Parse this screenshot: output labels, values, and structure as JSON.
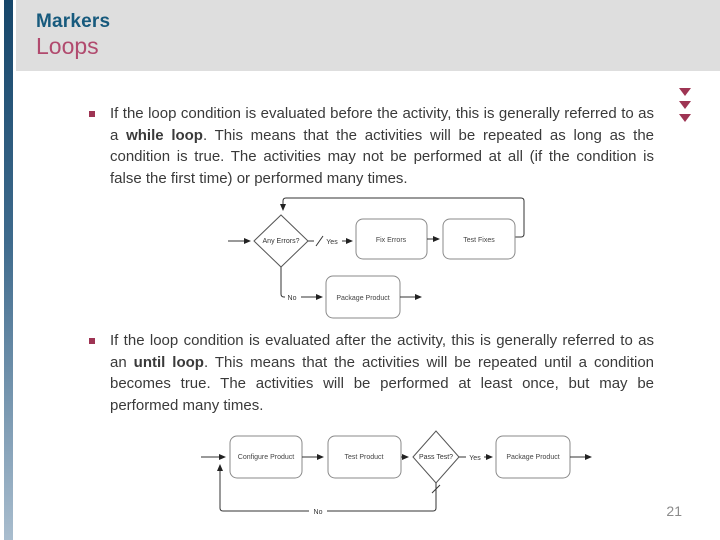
{
  "header": {
    "pretitle": "Markers",
    "title": "Loops"
  },
  "bullets": [
    {
      "text_before": "If the loop condition is evaluated before the activity, this is generally referred to as a ",
      "bold": "while loop",
      "text_after": ". This means that the activities will be repeated as long as the condition is true. The activities may not be performed at all (if the condition is false the first time) or performed many times."
    },
    {
      "text_before": "If the loop condition is evaluated after the activity, this is generally referred to as an ",
      "bold": "until loop",
      "text_after": ". This means that the activities will be repeated until a condition becomes true. The activities will be performed at least once, but may be performed many times."
    }
  ],
  "diagram_while_loop": {
    "decision_label": "Any Errors?",
    "yes_label": "Yes",
    "no_label": "No",
    "fix_errors_label": "Fix Errors",
    "test_fixes_label": "Test Fixes",
    "package_product_label": "Package Product"
  },
  "diagram_until_loop": {
    "configure_product_label": "Configure Product",
    "test_product_label": "Test Product",
    "decision_label": "Pass Test?",
    "yes_label": "Yes",
    "no_label": "No",
    "package_product_label": "Package Product"
  },
  "footer": {
    "page_number": "21"
  },
  "colors": {
    "pretitle_blue": "#175a7d",
    "title_rose": "#b14a6e",
    "accent_maroon": "#9e3453",
    "header_gray": "#dedede",
    "body_text": "#3a3a3a",
    "sidebar_top": "#16466a",
    "sidebar_bottom": "#a9bdce"
  }
}
